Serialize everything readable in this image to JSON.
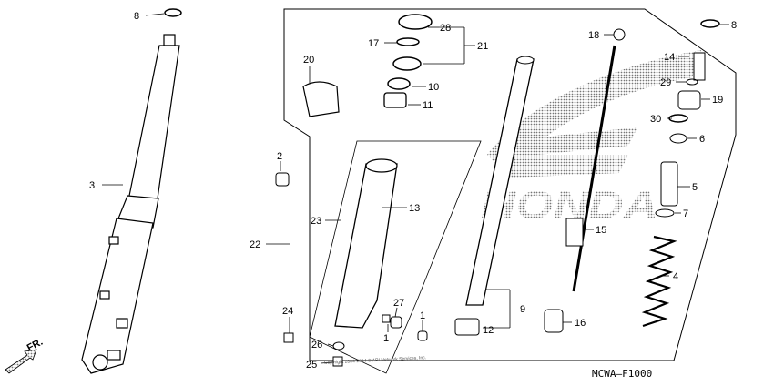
{
  "diagram_ref": "MCWA–F1000",
  "watermark": "HONDA",
  "front_marker": "FR.",
  "copyright": "Copyright 2004-2014 © ARI Network Services, Inc.",
  "callouts": [
    "8",
    "3",
    "20",
    "2",
    "22",
    "23",
    "13",
    "28",
    "17",
    "21",
    "10",
    "11",
    "18",
    "8",
    "14",
    "29",
    "19",
    "30",
    "6",
    "5",
    "7",
    "15",
    "4",
    "9",
    "12",
    "16",
    "24",
    "27",
    "1",
    "1",
    "26",
    "25"
  ]
}
